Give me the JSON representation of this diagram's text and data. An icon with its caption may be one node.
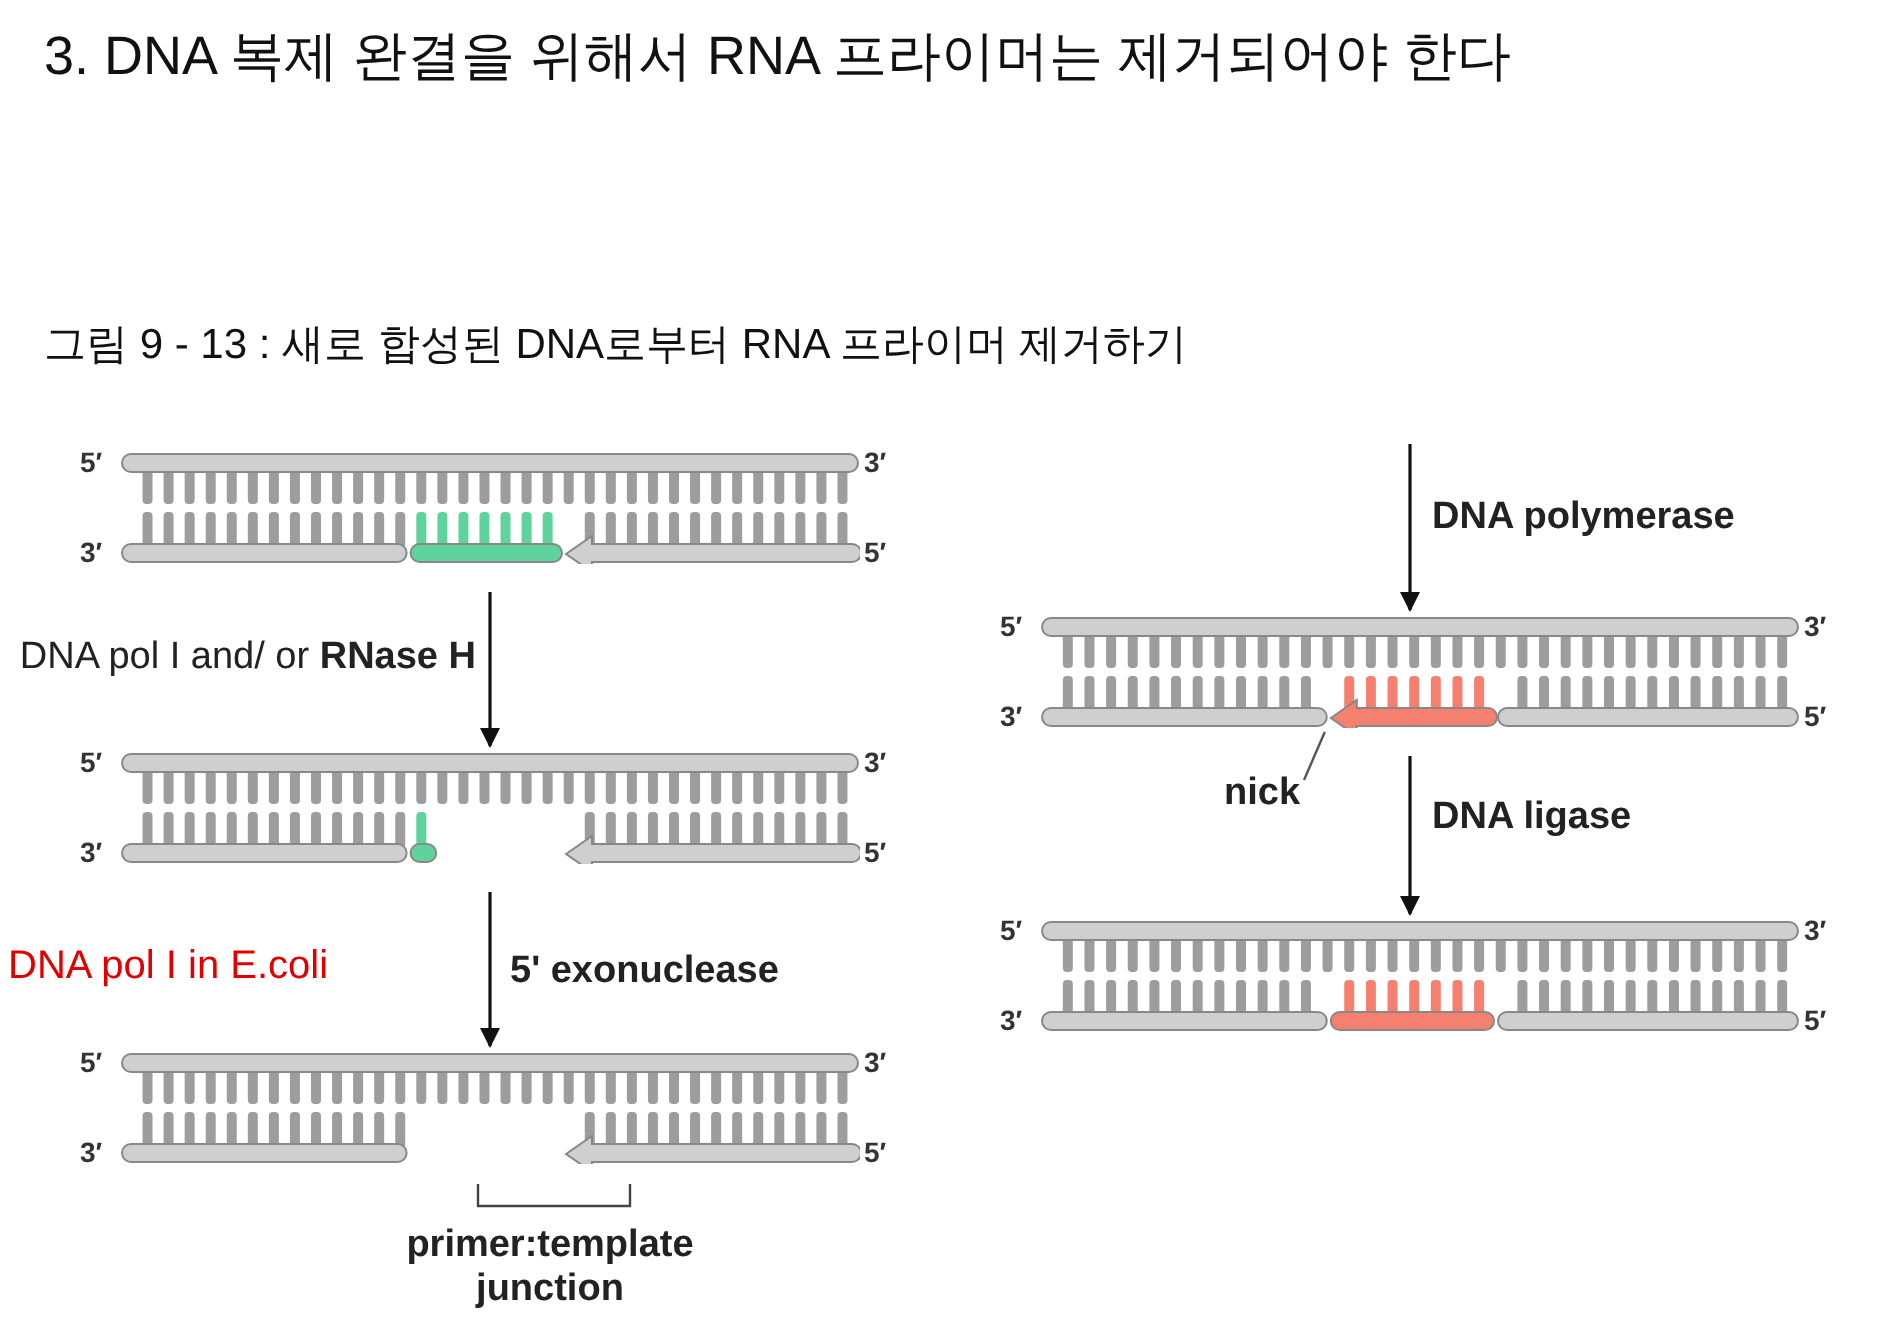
{
  "diagram": {
    "title": "3. DNA 복제 완결을 위해서 RNA 프라이머는 제거되어야 한다",
    "caption": "그림 9 - 13 : 새로 합성된 DNA로부터 RNA 프라이머 제거하기",
    "nodes": [
      {
        "text": [
          "5′",
          "3′",
          "3′",
          "5′"
        ]
      },
      {
        "text": [
          "5′",
          "3′",
          "3′",
          "5′"
        ]
      },
      {
        "text": [
          "5′",
          "3′",
          "3′",
          "5′"
        ]
      },
      {
        "text": [
          "5′",
          "3′",
          "3′",
          "5′"
        ]
      },
      {
        "text": [
          "nick"
        ]
      },
      {
        "text": [
          "5′",
          "3′",
          "3′",
          "5′"
        ]
      }
    ],
    "edges": [
      {
        "from": 0,
        "to": 1,
        "arrow": "to",
        "label": "DNA pol I and/ or **RNase H**"
      },
      {
        "from": 1,
        "to": 2,
        "arrow": "to",
        "label": "5'  exonuclease"
      },
      {
        "from": null,
        "to": 3,
        "arrow": "to",
        "label": "DNA polymerase"
      },
      {
        "from": 3,
        "to": 5,
        "arrow": "to",
        "label": "DNA ligase"
      },
      {
        "from": 4,
        "to": 3,
        "arrow": "none"
      }
    ],
    "labels": [
      "DNA pol I in E.coli",
      "primer:template junction"
    ]
  }
}
